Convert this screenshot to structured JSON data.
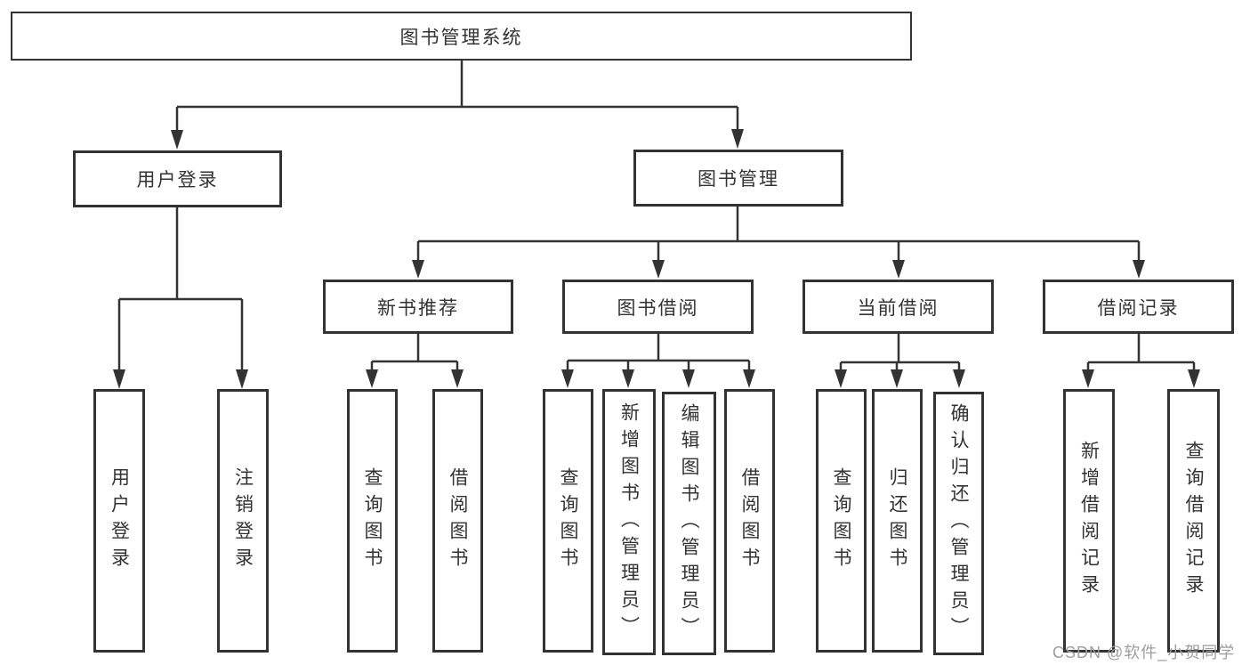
{
  "nodes": {
    "root": {
      "label": "图书管理系统"
    },
    "level2": [
      {
        "label": "用户登录"
      },
      {
        "label": "图书管理"
      }
    ],
    "level3": [
      {
        "label": "新书推荐",
        "parent": "图书管理"
      },
      {
        "label": "图书借阅",
        "parent": "图书管理"
      },
      {
        "label": "当前借阅",
        "parent": "图书管理"
      },
      {
        "label": "借阅记录",
        "parent": "图书管理"
      }
    ],
    "level4": [
      {
        "label": "用户登录",
        "parent": "用户登录"
      },
      {
        "label": "注销登录",
        "parent": "用户登录"
      },
      {
        "label": "查询图书",
        "parent": "新书推荐"
      },
      {
        "label": "借阅图书",
        "parent": "新书推荐"
      },
      {
        "label": "查询图书",
        "parent": "图书借阅"
      },
      {
        "label": "新增图书（管理员）",
        "parent": "图书借阅"
      },
      {
        "label": "编辑图书（管理员）",
        "parent": "图书借阅"
      },
      {
        "label": "借阅图书",
        "parent": "图书借阅"
      },
      {
        "label": "查询图书",
        "parent": "当前借阅"
      },
      {
        "label": "归还图书",
        "parent": "当前借阅"
      },
      {
        "label": "确认归还（管理员）",
        "parent": "当前借阅"
      },
      {
        "label": "新增借阅记录",
        "parent": "借阅记录"
      },
      {
        "label": "查询借阅记录",
        "parent": "借阅记录"
      }
    ]
  },
  "watermark": {
    "text": "CSDN @软件_小贺同学"
  },
  "colors": {
    "line": "#333333",
    "border": "#333333",
    "text": "#333333",
    "watermark": "#9e9e9e",
    "background": "#ffffff"
  }
}
